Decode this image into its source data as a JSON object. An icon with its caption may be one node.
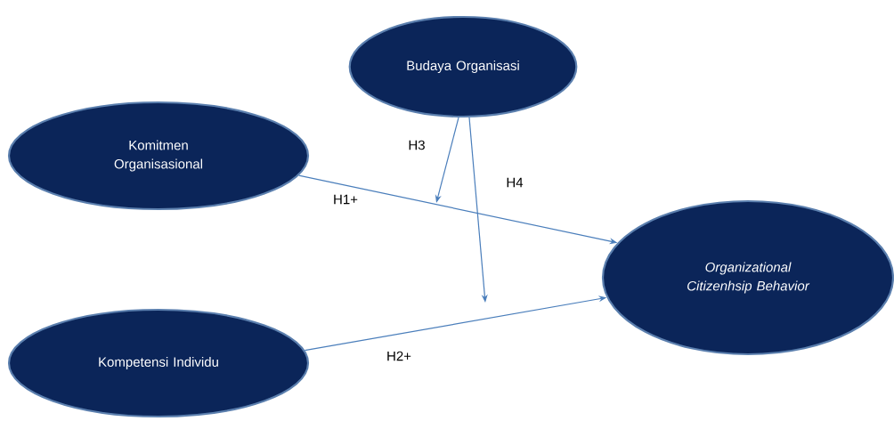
{
  "diagram": {
    "nodes": [
      {
        "text": [
          "Budaya Organisasi"
        ]
      },
      {
        "text": [
          "Komitmen Organisasional"
        ]
      },
      {
        "text": [
          "Kompetensi Individu"
        ]
      },
      {
        "text": [
          "Organizational Citizenhsip Behavior"
        ]
      }
    ],
    "edges": [
      {
        "from": 1,
        "to": 3,
        "arrow": "to",
        "label": "H1+"
      },
      {
        "from": 2,
        "to": 3,
        "arrow": "to",
        "label": "H2+"
      },
      {
        "from": 0,
        "to": null,
        "arrow": "to",
        "label": "H3"
      },
      {
        "from": 0,
        "to": null,
        "arrow": "to",
        "label": "H4"
      }
    ]
  }
}
